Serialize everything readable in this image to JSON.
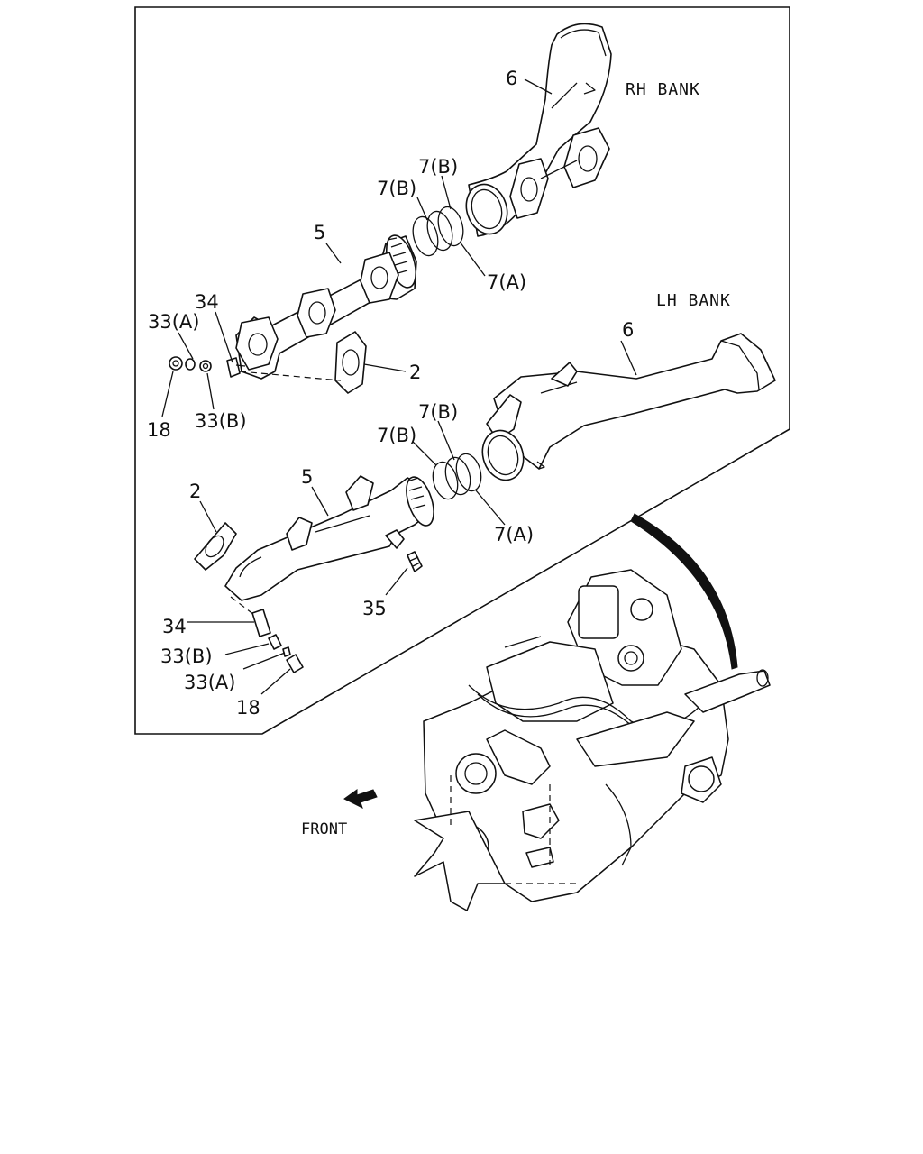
{
  "diagram": {
    "bank_labels": {
      "rh": "RH BANK",
      "lh": "LH BANK"
    },
    "front_label": "FRONT",
    "callouts": {
      "rh_exhaust_pipe": "6",
      "rh_ring_b_upper": "7(B)",
      "rh_ring_b_lower": "7(B)",
      "rh_ring_a": "7(A)",
      "rh_manifold": "5",
      "rh_stud": "34",
      "rh_washer_a": "33(A)",
      "rh_gasket": "2",
      "rh_nut": "18",
      "rh_washer_b": "33(B)",
      "lh_exhaust_pipe": "6",
      "lh_ring_b_upper": "7(B)",
      "lh_ring_b_lower": "7(B)",
      "lh_ring_a": "7(A)",
      "lh_manifold": "5",
      "lh_gasket": "2",
      "lh_bolt": "35",
      "lh_stud": "34",
      "lh_washer_b": "33(B)",
      "lh_washer_a": "33(A)",
      "lh_nut": "18"
    }
  }
}
